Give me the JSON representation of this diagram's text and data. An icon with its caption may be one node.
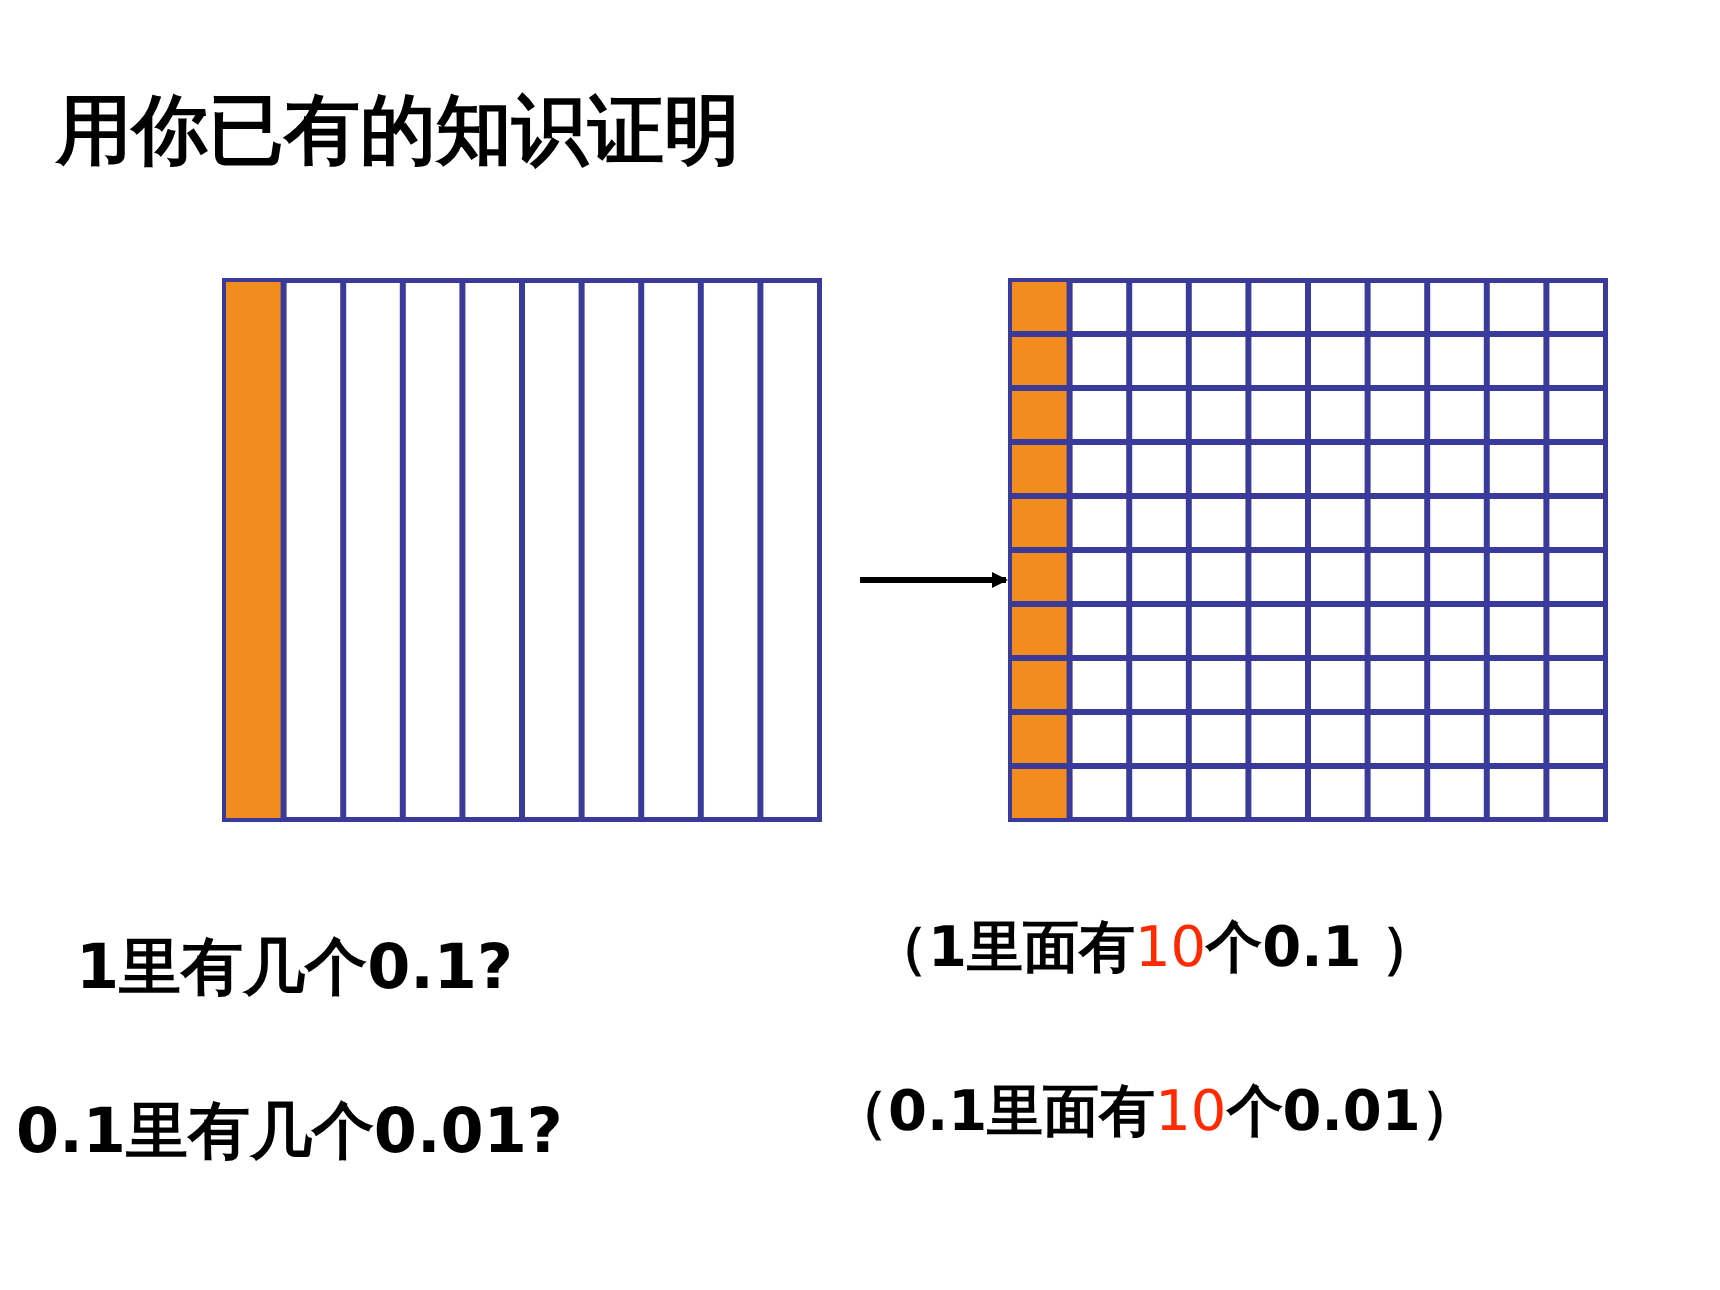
{
  "diagram": {
    "title": "用你已有的知识证明",
    "nodes": [
      {
        "text": [],
        "shape": "box"
      },
      {
        "text": [],
        "shape": "box"
      }
    ],
    "edges": [
      {
        "from": 0,
        "to": 1,
        "arrow": "to"
      }
    ],
    "labels": [
      "1里有几个0.1?",
      "（1里面有**10**个0.1 ）",
      "0.1里有几个0.01?",
      "（0.1里面有**10**个0.01）"
    ]
  }
}
